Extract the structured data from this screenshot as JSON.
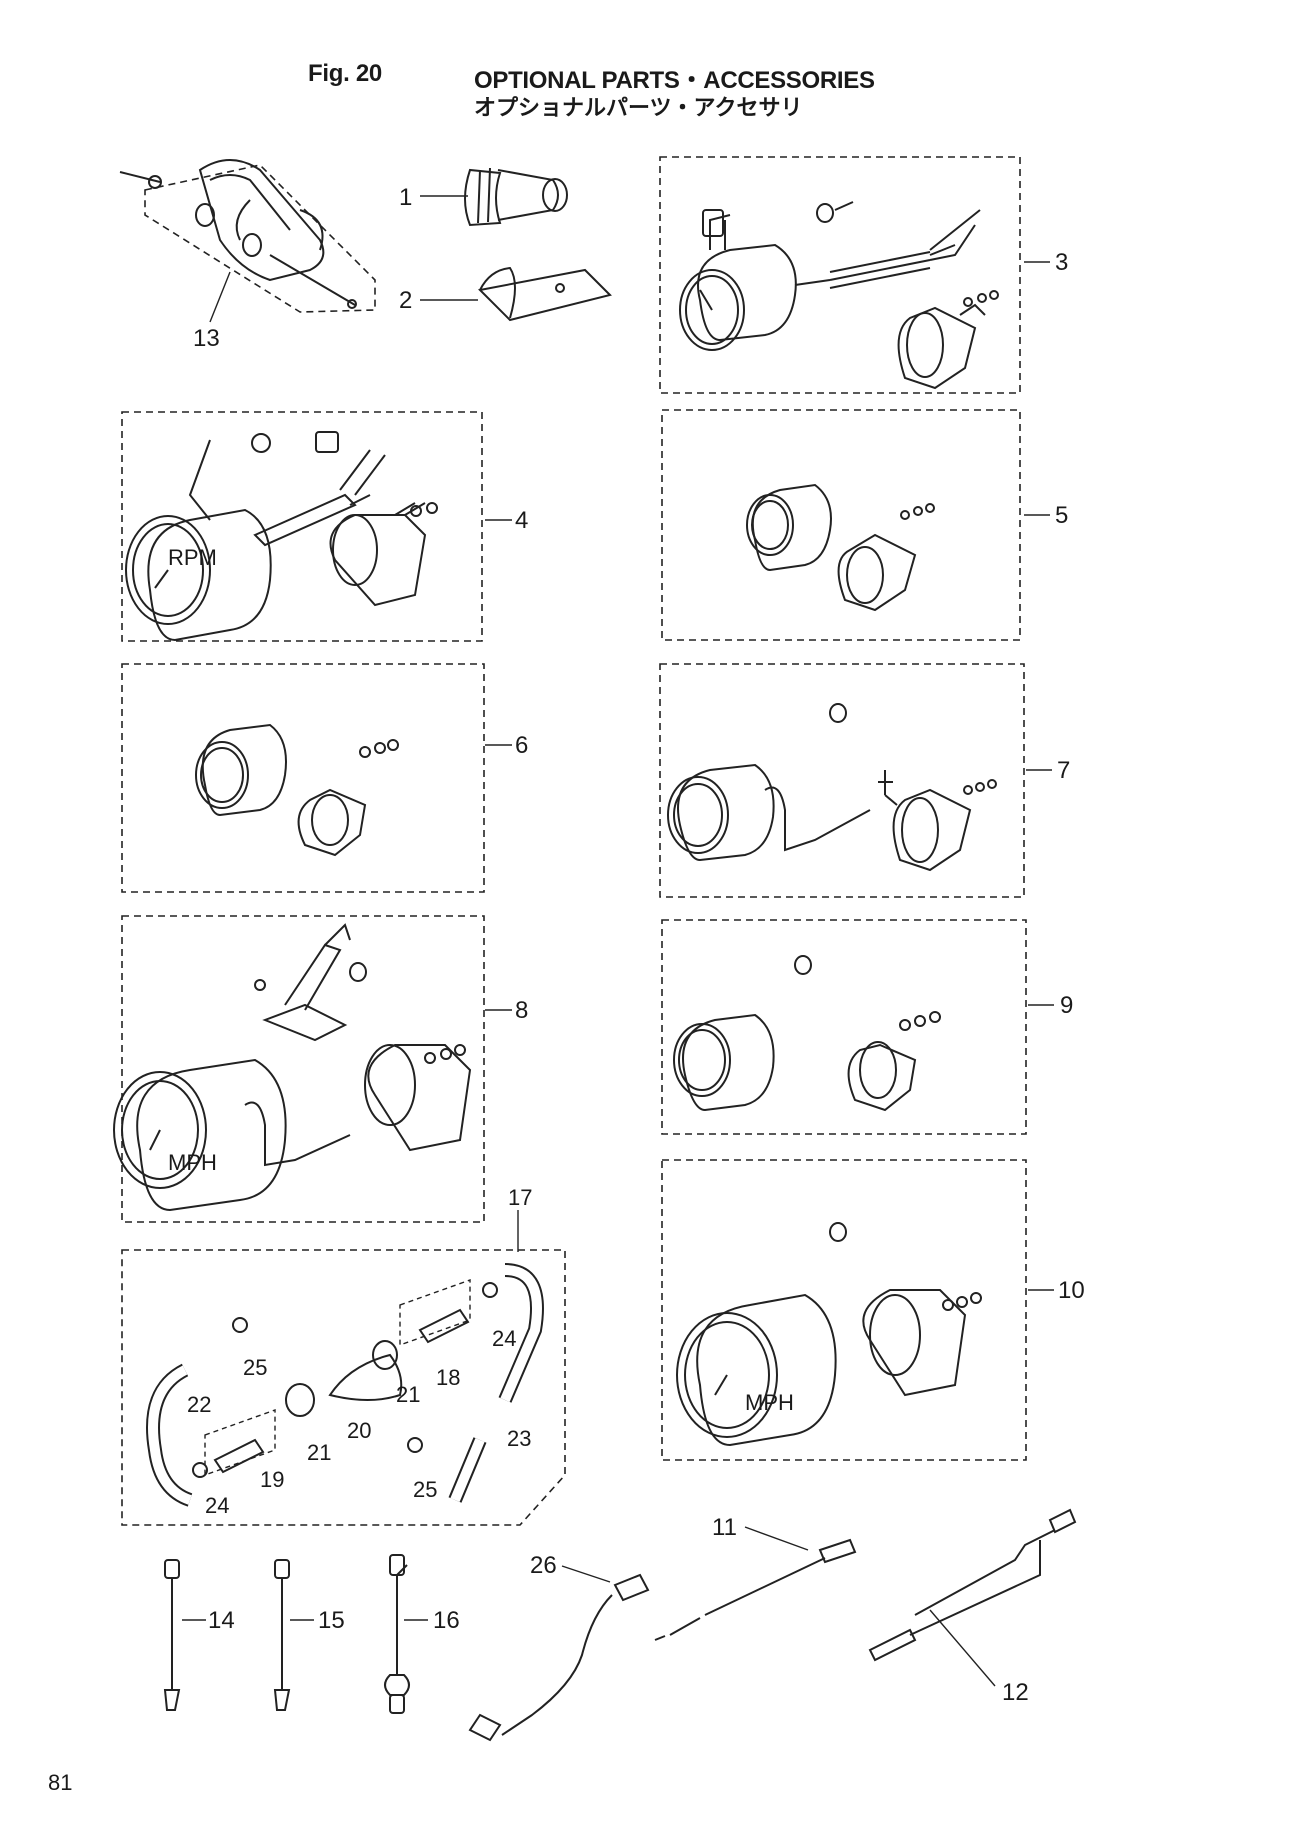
{
  "header": {
    "fig_label": "Fig. 20",
    "title": "OPTIONAL PARTS・ACCESSORIES",
    "title_jp": "オプショナルパーツ・アクセサリ"
  },
  "callouts": {
    "c1": "1",
    "c2": "2",
    "c3": "3",
    "c4": "4",
    "c5": "5",
    "c6": "6",
    "c7": "7",
    "c8": "8",
    "c9": "9",
    "c10": "10",
    "c11": "11",
    "c12": "12",
    "c13": "13",
    "c14": "14",
    "c15": "15",
    "c16": "16",
    "c17": "17",
    "c18": "18",
    "c19": "19",
    "c20": "20",
    "c21a": "21",
    "c21b": "21",
    "c22": "22",
    "c23": "23",
    "c24a": "24",
    "c24b": "24",
    "c25a": "25",
    "c25b": "25",
    "c26": "26"
  },
  "gauge_labels": {
    "rpm": "RPM",
    "mph_a": "MPH",
    "mph_b": "MPH"
  },
  "page_number": "81"
}
